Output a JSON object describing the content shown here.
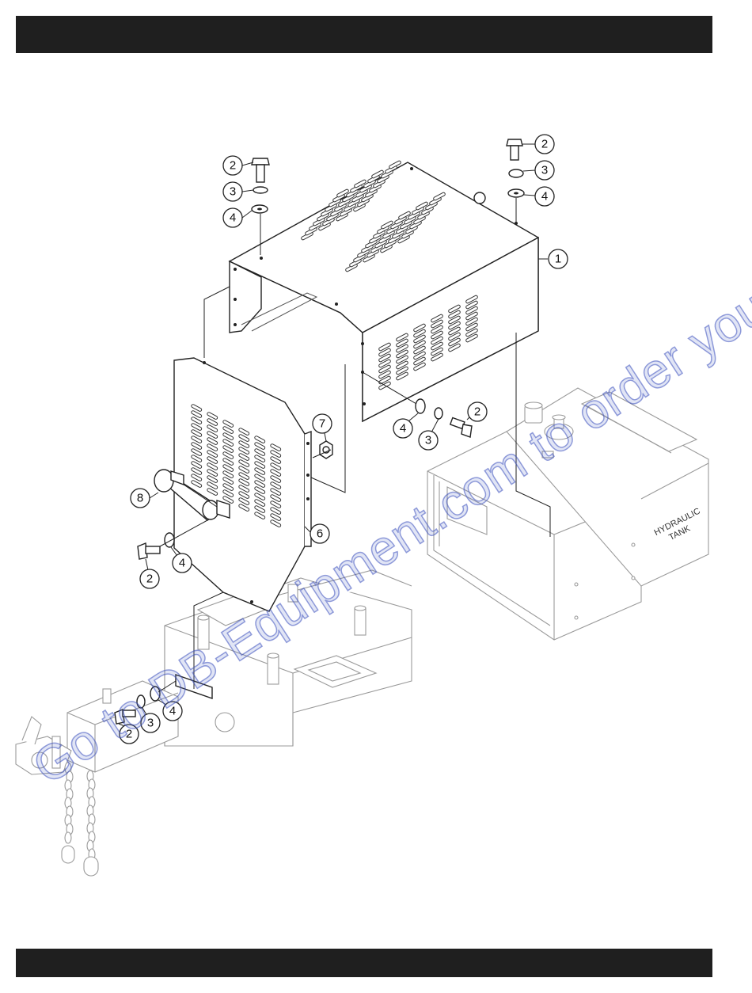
{
  "callouts": [
    {
      "n": "1",
      "part": "cover"
    },
    {
      "n": "2",
      "part": "bolt"
    },
    {
      "n": "3",
      "part": "lock-washer"
    },
    {
      "n": "4",
      "part": "flat-washer"
    },
    {
      "n": "6",
      "part": "end-panel"
    },
    {
      "n": "7",
      "part": "nut"
    },
    {
      "n": "8",
      "part": "handle"
    }
  ],
  "tank_label_line1": "HYDRAULIC",
  "tank_label_line2": "TANK",
  "watermark": "Go to DB-Equipment.com to order your parts",
  "colors": {
    "bar": "#1f1f1f",
    "watermark": "#3c50be"
  }
}
